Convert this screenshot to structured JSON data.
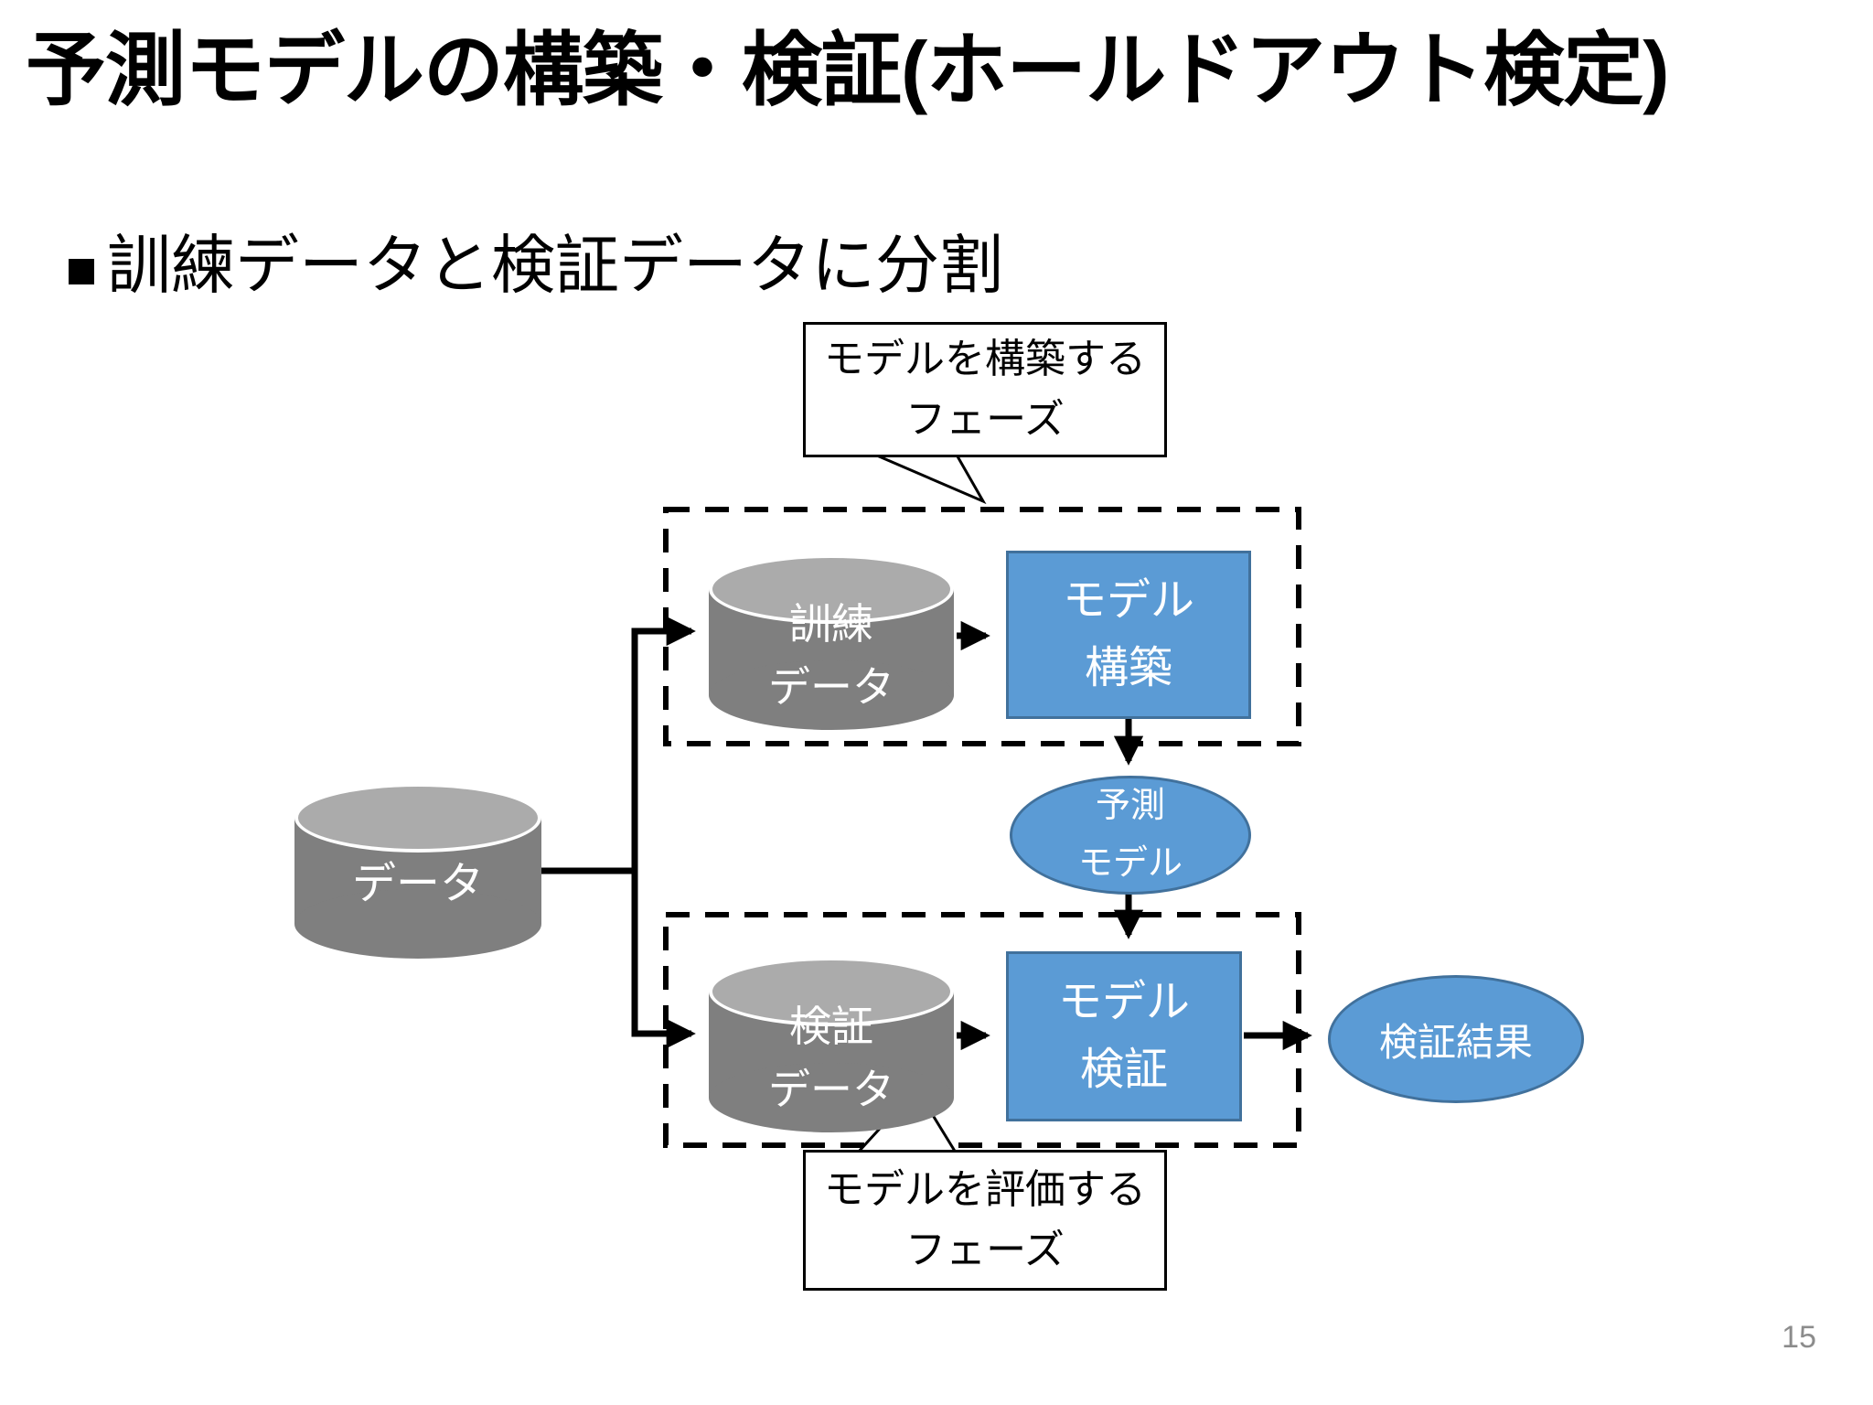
{
  "slide": {
    "title": "予測モデルの構築・検証(ホールドアウト検定)",
    "bullet": "訓練データと検証データに分割",
    "page_number": "15"
  },
  "callouts": {
    "build": {
      "line1": "モデルを構築する",
      "line2": "フェーズ"
    },
    "evaluate": {
      "line1": "モデルを評価する",
      "line2": "フェーズ"
    }
  },
  "nodes": {
    "data_cylinder": {
      "label": "データ"
    },
    "train_cylinder": {
      "line1": "訓練",
      "line2": "データ"
    },
    "valid_cylinder": {
      "line1": "検証",
      "line2": "データ"
    },
    "model_build_box": {
      "line1": "モデル",
      "line2": "構築"
    },
    "model_valid_box": {
      "line1": "モデル",
      "line2": "検証"
    },
    "prediction_model_ellipse": {
      "line1": "予測",
      "line2": "モデル"
    },
    "validation_result_ellipse": {
      "label": "検証結果"
    }
  },
  "colors": {
    "accent_blue": "#5B9BD5",
    "accent_blue_border": "#41719C",
    "cylinder_gray": "#7F7F7F",
    "cylinder_top_gray": "#ABABAB",
    "line_black": "#000000",
    "page_number_gray": "#8C8C8C"
  }
}
